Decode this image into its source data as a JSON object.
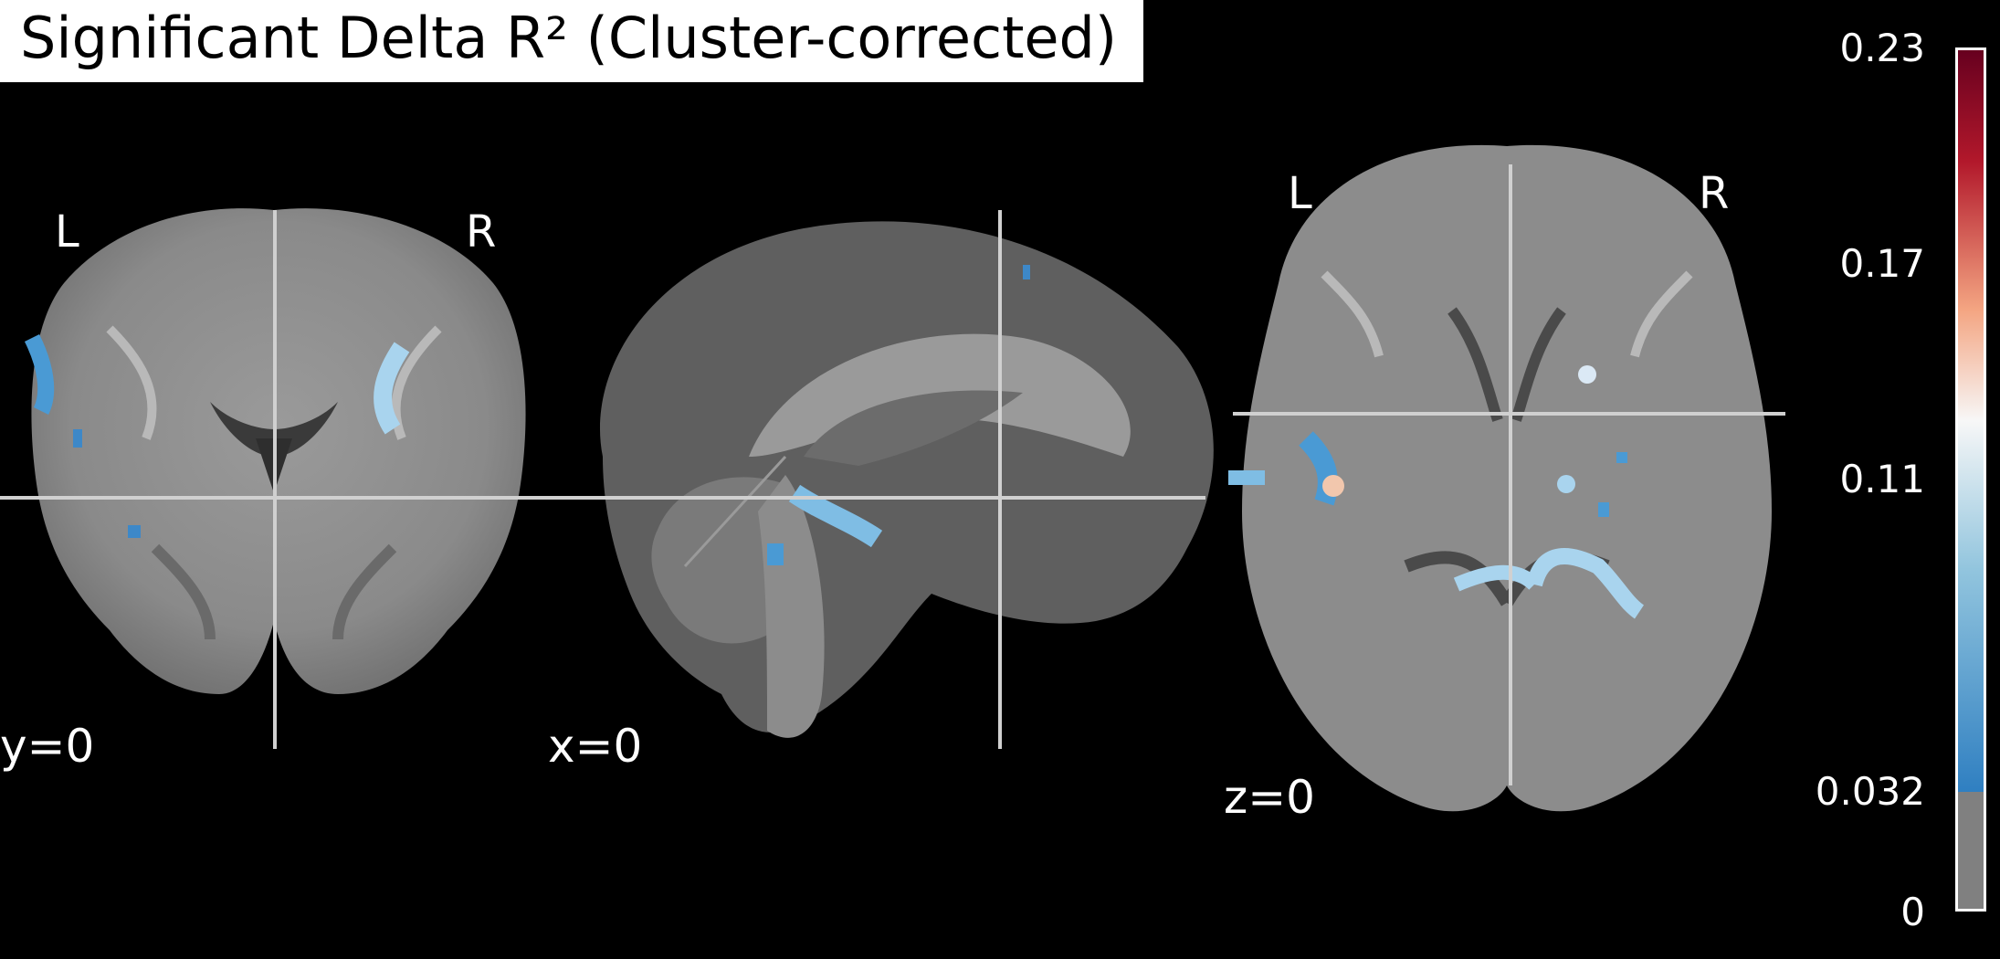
{
  "title": "Significant Delta R² (Cluster-corrected)",
  "views": {
    "coronal": {
      "label": "y=0",
      "left": "L",
      "right": "R"
    },
    "sagittal": {
      "label": "x=0"
    },
    "axial": {
      "label": "z=0",
      "left": "L",
      "right": "R"
    }
  },
  "colorbar": {
    "ticks": [
      "0.23",
      "0.17",
      "0.11",
      "0.032",
      "0"
    ],
    "colors": {
      "low": "#2f7fc1",
      "mid": "#f7f7f7",
      "high": "#67001f",
      "below_threshold": "#808080"
    }
  }
}
